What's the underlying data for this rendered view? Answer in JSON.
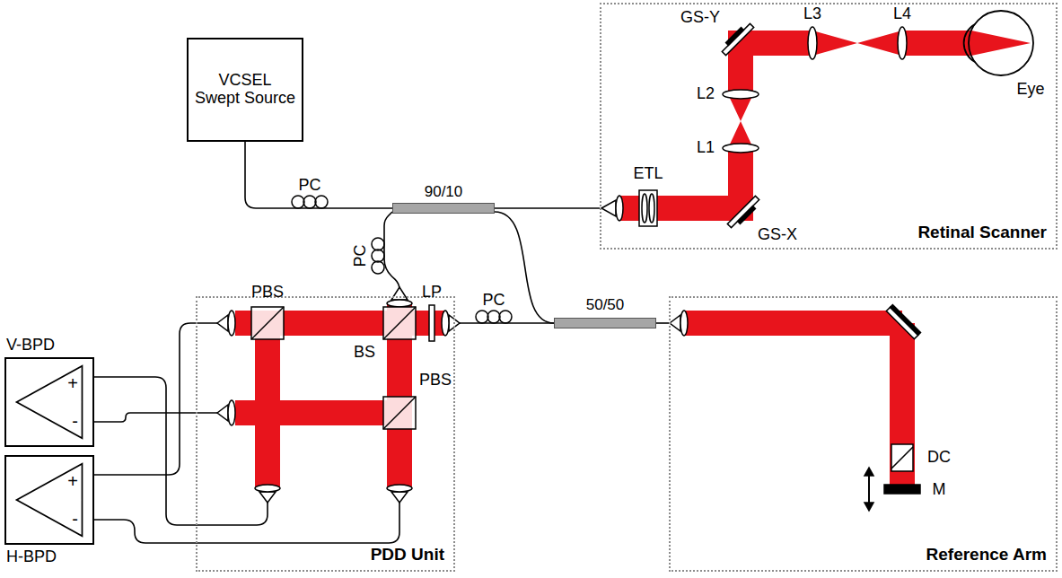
{
  "diagram": {
    "nodes": [
      {
        "text": [
          "VCSEL Swept Source"
        ]
      },
      {
        "text": [
          "90/10"
        ]
      },
      {
        "text": [
          "50/50"
        ]
      },
      {
        "text": [
          "Retinal Scanner"
        ]
      },
      {
        "text": [
          "PDD Unit"
        ]
      },
      {
        "text": [
          "Reference Arm"
        ]
      },
      {
        "text": [
          "V-BPD",
          "+",
          "-"
        ]
      },
      {
        "text": [
          "H-BPD",
          "+",
          "-"
        ]
      }
    ],
    "edges": [
      {
        "from": 0,
        "to": 1,
        "arrow": "none"
      },
      {
        "from": 1,
        "to": 3,
        "arrow": "none"
      },
      {
        "from": 1,
        "to": 4,
        "arrow": "none"
      },
      {
        "from": 1,
        "to": 2,
        "arrow": "none"
      },
      {
        "from": 2,
        "to": 4,
        "arrow": "none"
      },
      {
        "from": 2,
        "to": 5,
        "arrow": "none"
      },
      {
        "from": 4,
        "to": 6,
        "arrow": "none"
      },
      {
        "from": 4,
        "to": 7,
        "arrow": "none"
      }
    ],
    "labels": [
      "PC",
      "PC",
      "PC",
      "ETL",
      "GS-X",
      "GS-Y",
      "L1",
      "L2",
      "L3",
      "L4",
      "Eye",
      "PBS",
      "BS",
      "PBS",
      "LP",
      "DC",
      "M"
    ]
  }
}
